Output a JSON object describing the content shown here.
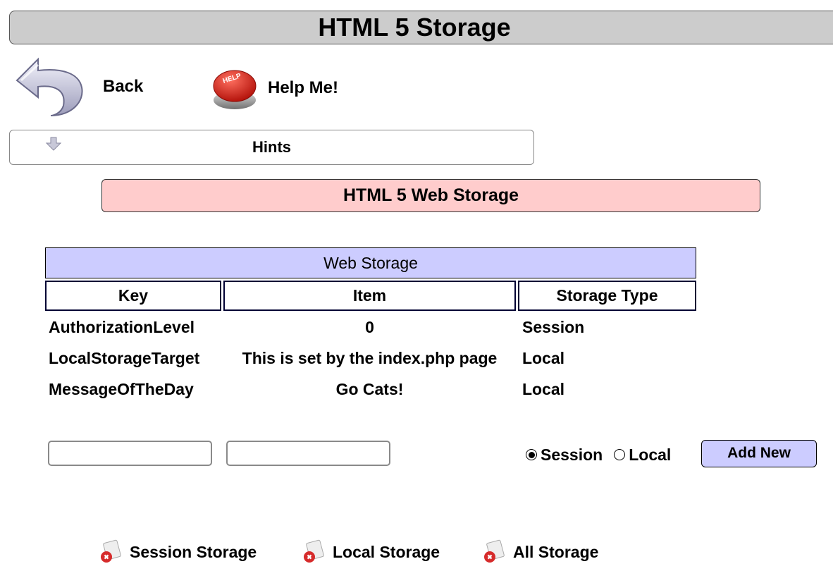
{
  "page": {
    "title": "HTML 5 Storage"
  },
  "nav": {
    "back": {
      "label": "Back",
      "icon": "back-arrow-icon"
    },
    "help": {
      "label": "Help Me!",
      "icon": "help-button-icon",
      "icon_text": "HELP"
    }
  },
  "hints": {
    "label": "Hints",
    "icon": "down-arrow-icon"
  },
  "section": {
    "title": "HTML 5 Web Storage"
  },
  "storage_table": {
    "caption": "Web Storage",
    "columns": [
      "Key",
      "Item",
      "Storage Type"
    ],
    "rows": [
      {
        "key": "AuthorizationLevel",
        "item": "0",
        "type": "Session"
      },
      {
        "key": "LocalStorageTarget",
        "item": "This is set by the index.php page",
        "type": "Local"
      },
      {
        "key": "MessageOfTheDay",
        "item": "Go Cats!",
        "type": "Local"
      }
    ]
  },
  "form": {
    "key_value": "",
    "item_value": "",
    "radio_options": [
      {
        "label": "Session",
        "selected": true
      },
      {
        "label": "Local",
        "selected": false
      }
    ],
    "add_button": "Add New"
  },
  "footer": {
    "links": [
      {
        "label": "Session Storage",
        "icon": "delete-storage-icon"
      },
      {
        "label": "Local Storage",
        "icon": "delete-storage-icon"
      },
      {
        "label": "All Storage",
        "icon": "delete-storage-icon"
      }
    ]
  },
  "colors": {
    "title_bg": "#cccccc",
    "section_bg": "#ffcccc",
    "table_header_bg": "#ccccff",
    "button_bg": "#ccccff"
  }
}
